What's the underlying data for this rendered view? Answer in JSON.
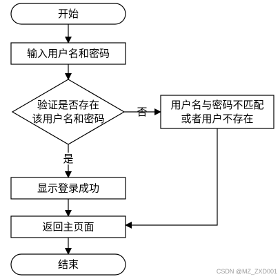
{
  "nodes": {
    "start": "开始",
    "input": "输入用户名和密码",
    "verify_line1": "验证是否存在",
    "verify_line2": "该用户名和密码",
    "error_line1": "用户名与密码不匹配",
    "error_line2": "或者用户不存在",
    "success": "显示登录成功",
    "return_home": "返回主页面",
    "end": "结束"
  },
  "edges": {
    "no_label": "否",
    "yes_label": "是"
  },
  "watermark": "CSDN @MZ_ZXD001"
}
